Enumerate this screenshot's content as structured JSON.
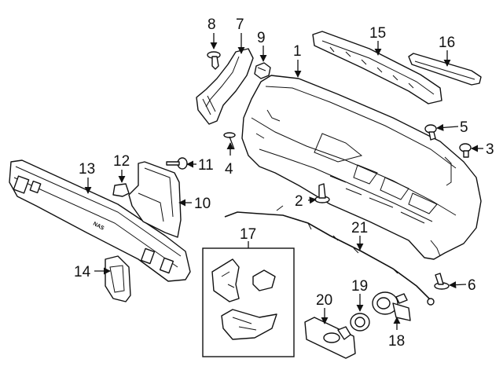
{
  "diagram": {
    "callouts": [
      "1",
      "2",
      "3",
      "4",
      "5",
      "6",
      "7",
      "8",
      "9",
      "10",
      "11",
      "12",
      "13",
      "14",
      "15",
      "16",
      "17",
      "18",
      "19",
      "20",
      "21"
    ],
    "stamp_text": "NAS"
  }
}
